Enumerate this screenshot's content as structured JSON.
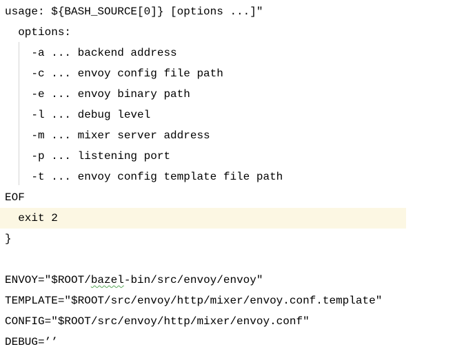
{
  "colors": {
    "background": "#ffffff",
    "text": "#000000",
    "current_line_highlight": "#fcf7e3",
    "indent_guide": "#d3d3d3",
    "spellcheck_squiggle": "#57a657"
  },
  "code": {
    "language": "bash",
    "lines": [
      "usage: ${BASH_SOURCE[0]} [options ...]″",
      "  options:",
      "    -a ... backend address",
      "    -c ... envoy config file path",
      "    -e ... envoy binary path",
      "    -l ... debug level",
      "    -m ... mixer server address",
      "    -p ... listening port",
      "    -t ... envoy config template file path",
      "EOF",
      "  exit 2",
      "}",
      "",
      "ENVOY=″$ROOT/bazel-bin/src/envoy/envoy″",
      "TEMPLATE=″$ROOT/src/envoy/http/mixer/envoy.conf.template″",
      "CONFIG=″$ROOT/src/envoy/http/mixer/envoy.conf″",
      "DEBUG=’’"
    ],
    "highlighted_line_index": 10,
    "highlighted_line_text": "  exit 2",
    "typo": {
      "line_index": 13,
      "word": "bazel"
    }
  }
}
